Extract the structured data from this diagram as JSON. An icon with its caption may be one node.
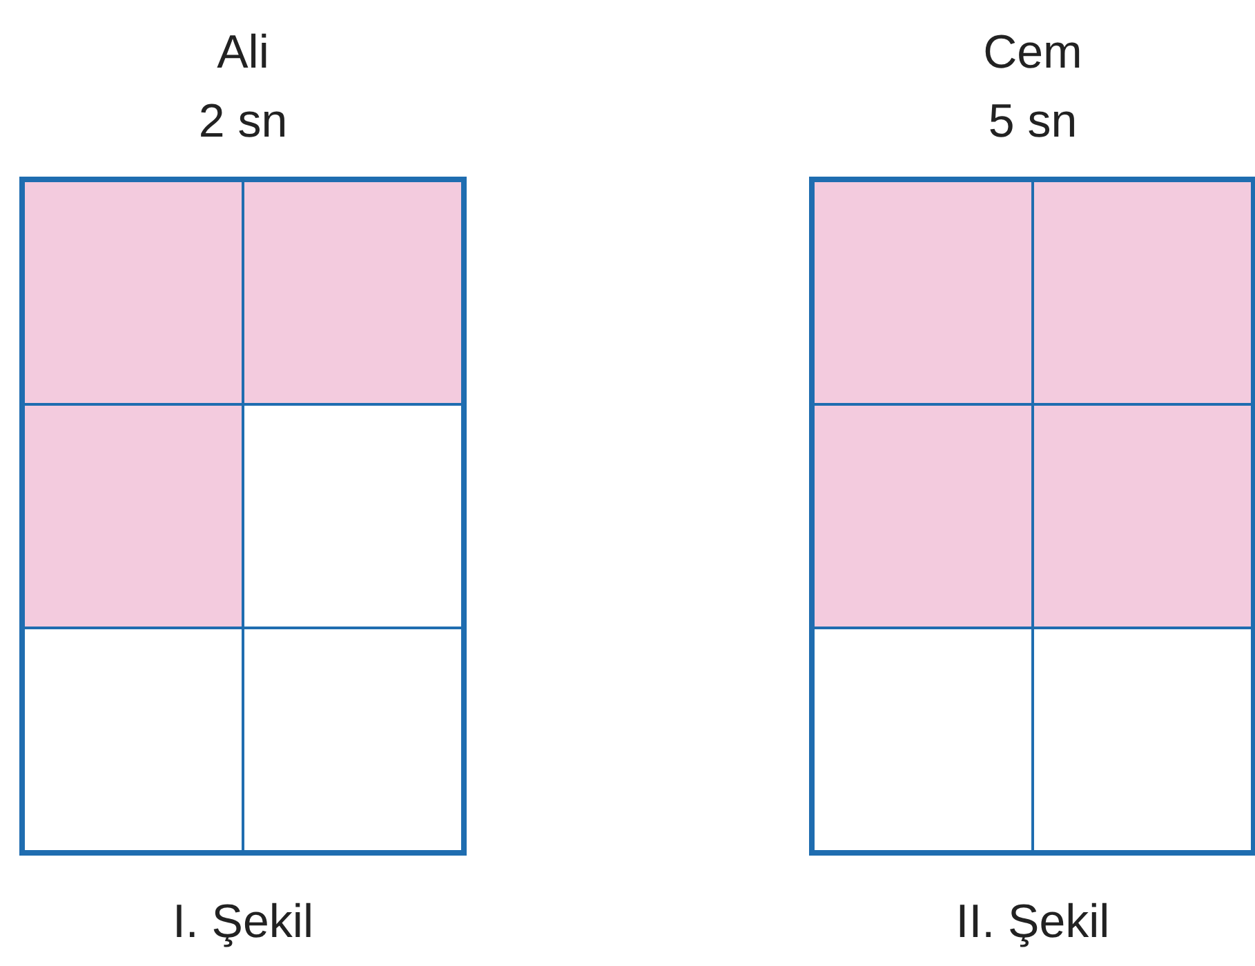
{
  "diagram": {
    "nodes": [
      {
        "text": [
          "Ali",
          "2 sn"
        ],
        "beside": [
          "I. Şekil"
        ]
      },
      {
        "text": [],
        "shape": "box",
        "in": 0
      },
      {
        "text": [],
        "shape": "box",
        "in": 0
      },
      {
        "text": [],
        "shape": "box",
        "in": 0
      },
      {
        "text": [],
        "shape": "box",
        "in": 0
      },
      {
        "text": [],
        "shape": "box",
        "in": 0
      },
      {
        "text": [],
        "shape": "box",
        "in": 0
      },
      {
        "text": [
          "Cem",
          "5 sn"
        ],
        "beside": [
          "II. Şekil"
        ]
      },
      {
        "text": [],
        "shape": "box",
        "in": 7
      },
      {
        "text": [],
        "shape": "box",
        "in": 7
      },
      {
        "text": [],
        "shape": "box",
        "in": 7
      },
      {
        "text": [],
        "shape": "box",
        "in": 7
      },
      {
        "text": [],
        "shape": "box",
        "in": 7
      },
      {
        "text": [],
        "shape": "box",
        "in": 7
      }
    ]
  }
}
